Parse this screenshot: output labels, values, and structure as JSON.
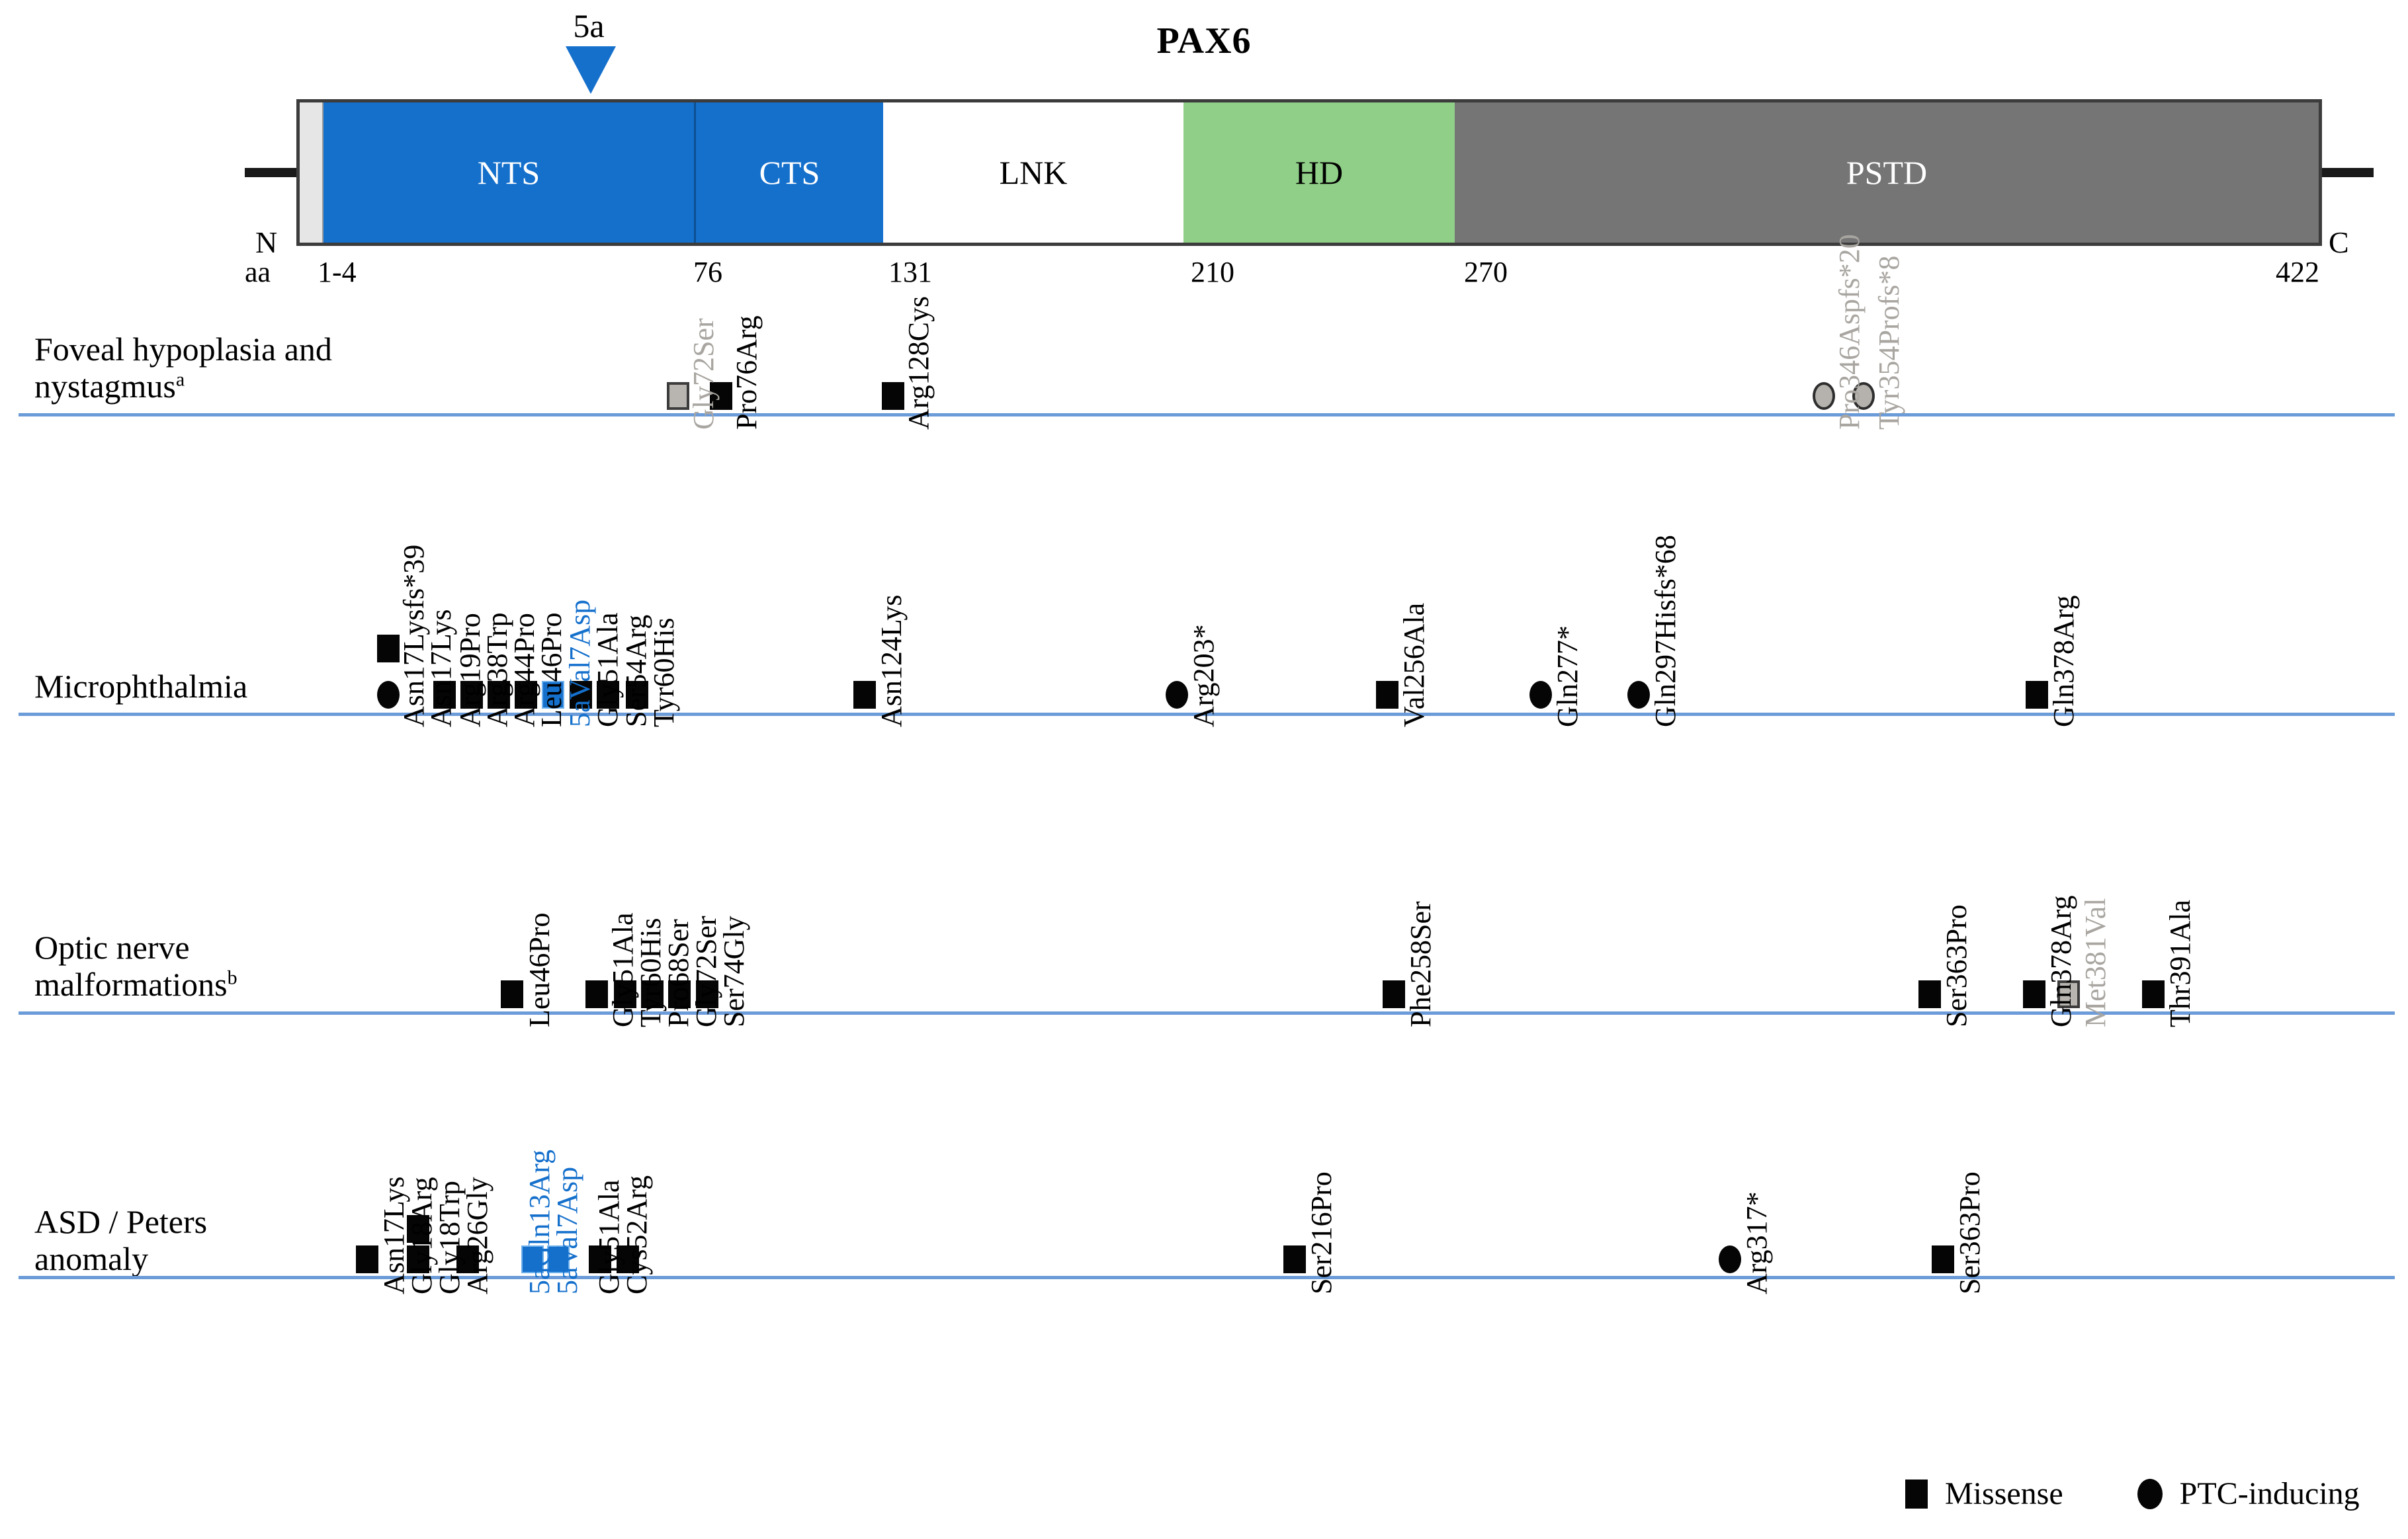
{
  "figure": {
    "title": "PAX6",
    "exon5a_label": "5a",
    "terminus_n": "N",
    "terminus_c": "C",
    "aa_word": "aa",
    "colors": {
      "blue": "#1570CC",
      "green": "#90CF88",
      "gray_domain": "#757575",
      "row_rule": "#6b9bd8",
      "muted_text": "#a9a6a1"
    }
  },
  "protein": {
    "domains": [
      {
        "name": "NTS",
        "label": "NTS",
        "fill": "#1570CC",
        "text_color": "#ffffff"
      },
      {
        "name": "CTS",
        "label": "CTS",
        "fill": "#1570CC",
        "text_color": "#ffffff"
      },
      {
        "name": "LNK",
        "label": "LNK",
        "fill": "#ffffff",
        "text_color": "#000000"
      },
      {
        "name": "HD",
        "label": "HD",
        "fill": "#90CF88",
        "text_color": "#000000"
      },
      {
        "name": "PSTD",
        "label": "PSTD",
        "fill": "#757575",
        "text_color": "#ffffff"
      }
    ],
    "aa_ticks": [
      "1-4",
      "76",
      "131",
      "210",
      "270",
      "422"
    ]
  },
  "rows": [
    {
      "id": "foveal",
      "label_line1": "Foveal hypoplasia and",
      "label_line2": "nystagmus",
      "label_sup": "a",
      "variants": [
        {
          "name": "Gly72Ser",
          "shape": "square",
          "style": "gray"
        },
        {
          "name": "Pro76Arg",
          "shape": "square",
          "style": "black"
        },
        {
          "name": "Arg128Cys",
          "shape": "square",
          "style": "black"
        },
        {
          "name": "Pro346Aspfs*20",
          "shape": "circle",
          "style": "gray"
        },
        {
          "name": "Tyr354Profs*8",
          "shape": "circle",
          "style": "gray"
        }
      ]
    },
    {
      "id": "microphthalmia",
      "label_line1": "Microphthalmia",
      "label_line2": "",
      "label_sup": "",
      "variants": [
        {
          "name": "Asn17Lysfs*39",
          "shape": "square",
          "style": "black"
        },
        {
          "name": "Asn17Lys",
          "shape": "circle",
          "style": "black"
        },
        {
          "name": "Arg19Pro",
          "shape": "square",
          "style": "black"
        },
        {
          "name": "Arg38Trp",
          "shape": "square",
          "style": "black"
        },
        {
          "name": "Arg44Pro",
          "shape": "square",
          "style": "black"
        },
        {
          "name": "Leu46Pro",
          "shape": "square",
          "style": "black"
        },
        {
          "name": "5aVal7Asp",
          "shape": "square",
          "style": "blue"
        },
        {
          "name": "Gly51Ala",
          "shape": "square",
          "style": "black"
        },
        {
          "name": "Ser54Arg",
          "shape": "square",
          "style": "black"
        },
        {
          "name": "Tyr60His",
          "shape": "square",
          "style": "black"
        },
        {
          "name": "Asn124Lys",
          "shape": "square",
          "style": "black"
        },
        {
          "name": "Arg203*",
          "shape": "circle",
          "style": "black"
        },
        {
          "name": "Val256Ala",
          "shape": "square",
          "style": "black"
        },
        {
          "name": "Gln277*",
          "shape": "circle",
          "style": "black"
        },
        {
          "name": "Gln297Hisfs*68",
          "shape": "circle",
          "style": "black"
        },
        {
          "name": "Gln378Arg",
          "shape": "square",
          "style": "black"
        }
      ]
    },
    {
      "id": "optic-nerve",
      "label_line1": "Optic nerve",
      "label_line2": "malformations",
      "label_sup": "b",
      "variants": [
        {
          "name": "Leu46Pro",
          "shape": "square",
          "style": "black"
        },
        {
          "name": "Gly51Ala",
          "shape": "square",
          "style": "black"
        },
        {
          "name": "Tyr60His",
          "shape": "square",
          "style": "black"
        },
        {
          "name": "Pro68Ser",
          "shape": "square",
          "style": "black"
        },
        {
          "name": "Gly72Ser",
          "shape": "square",
          "style": "black"
        },
        {
          "name": "Ser74Gly",
          "shape": "square",
          "style": "black"
        },
        {
          "name": "Phe258Ser",
          "shape": "square",
          "style": "black"
        },
        {
          "name": "Ser363Pro",
          "shape": "square",
          "style": "black"
        },
        {
          "name": "Gln378Arg",
          "shape": "square",
          "style": "black"
        },
        {
          "name": "Met381Val",
          "shape": "square",
          "style": "gray"
        },
        {
          "name": "Thr391Ala",
          "shape": "square",
          "style": "black"
        }
      ]
    },
    {
      "id": "asd-peters",
      "label_line1": "ASD / Peters",
      "label_line2": "anomaly",
      "label_sup": "",
      "variants": [
        {
          "name": "Asn17Lys",
          "shape": "square",
          "style": "black"
        },
        {
          "name": "Gly18Arg",
          "shape": "square",
          "style": "black"
        },
        {
          "name": "Gly18Trp",
          "shape": "square",
          "style": "black"
        },
        {
          "name": "Arg26Gly",
          "shape": "square",
          "style": "black"
        },
        {
          "name": "5aGln13Arg",
          "shape": "square",
          "style": "blue"
        },
        {
          "name": "5aVal7Asp",
          "shape": "square",
          "style": "blue"
        },
        {
          "name": "Gly51Ala",
          "shape": "square",
          "style": "black"
        },
        {
          "name": "Cys52Arg",
          "shape": "square",
          "style": "black"
        },
        {
          "name": "Ser216Pro",
          "shape": "square",
          "style": "black"
        },
        {
          "name": "Arg317*",
          "shape": "circle",
          "style": "black"
        },
        {
          "name": "Ser363Pro",
          "shape": "square",
          "style": "black"
        }
      ]
    }
  ],
  "legend": {
    "missense_label": "Missense",
    "ptc_label": "PTC-inducing"
  }
}
